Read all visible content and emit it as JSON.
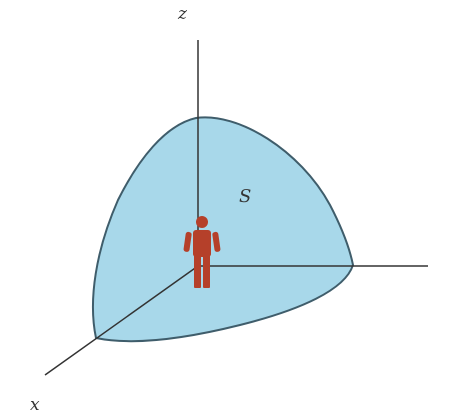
{
  "axes": {
    "x_label": "x",
    "z_label": "z"
  },
  "surface": {
    "label": "S",
    "fill_color": "#a8d8ea",
    "edge_color": "#3f5d6b"
  },
  "person": {
    "icon": "person-icon",
    "color": "#b5402a"
  },
  "axis_color": "#333333"
}
